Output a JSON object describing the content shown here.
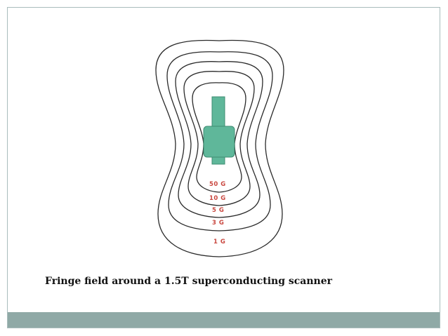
{
  "caption": "Fringe field around a 1.5T superconducting scanner",
  "field_labels": [
    "50 G",
    "10 G",
    "5 G",
    "3 G",
    "1 G"
  ],
  "colors": {
    "frame_border": "#a9bcbc",
    "footer_bar": "#8fa9a6",
    "magnet": "#5fb79a",
    "label": "#c9473f",
    "contour": "#2a2a2a"
  }
}
